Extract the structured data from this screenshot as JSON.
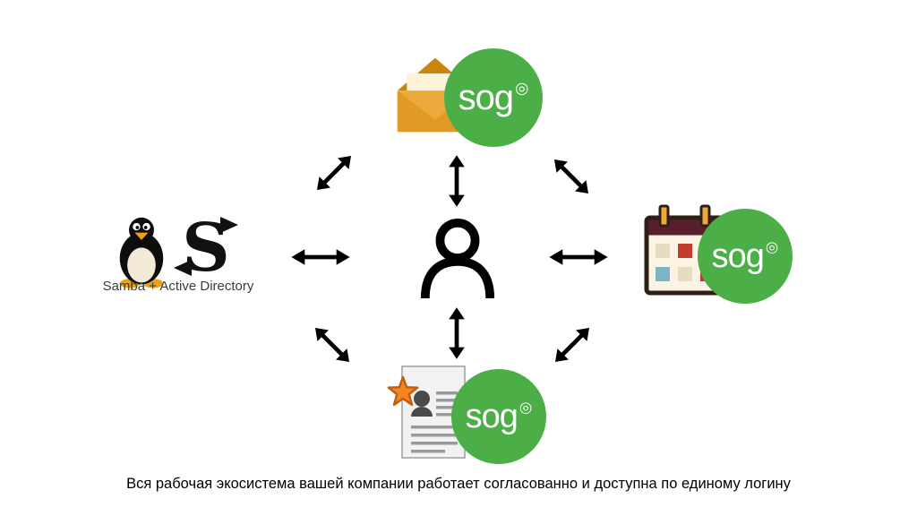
{
  "caption": "Вся рабочая экосистема вашей компании работает согласованно и доступна по единому логину",
  "samba": {
    "label": "Samba + Active Directory"
  },
  "sogo": {
    "text": "sog",
    "mark": "◎"
  },
  "colors": {
    "sogo_green": "#4cae46",
    "envelope_amber": "#eda93c",
    "calendar_header_maroon": "#571f2d",
    "star_orange": "#f5861f",
    "arrow_black": "#000000"
  },
  "icons": {
    "mail": "mail-envelope-icon",
    "calendar": "calendar-icon",
    "contacts": "contact-document-icon",
    "star": "star-icon",
    "linux": "tux-linux-icon",
    "samba_logo": "samba-logo-icon",
    "user": "user-person-icon",
    "arrows": "double-arrow-icon"
  }
}
